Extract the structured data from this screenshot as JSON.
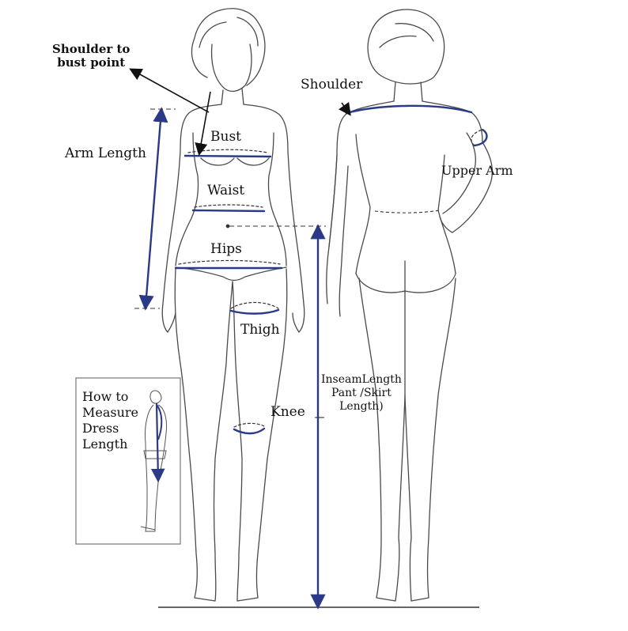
{
  "labels": {
    "shoulder_to_bust": [
      "Shoulder to",
      "bust point"
    ],
    "bust": "Bust",
    "waist": "Waist",
    "hips": "Hips",
    "thigh": "Thigh",
    "knee": "Knee",
    "arm_length": "Arm Length",
    "shoulder": "Shoulder",
    "upper_arm": "Upper Arm",
    "inseam": [
      "InseamLength",
      "Pant /Skirt",
      "Length)"
    ]
  },
  "inset": {
    "lines": [
      "How to",
      "Measure",
      "Dress",
      "Length"
    ]
  },
  "colors": {
    "measure": "#2b3a86",
    "outline": "#4a4a4a",
    "text": "#111111"
  }
}
